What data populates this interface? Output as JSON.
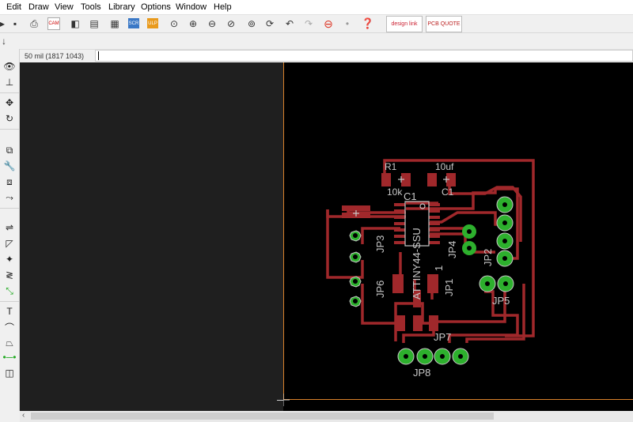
{
  "menu": [
    "Edit",
    "Draw",
    "View",
    "Tools",
    "Library",
    "Options",
    "Window",
    "Help"
  ],
  "toolbar": {
    "design_link": "design link",
    "pcb_quote": "PCB QUOTE"
  },
  "status": {
    "grid_coord": "50 mil (1817 1043)"
  },
  "command_line": {
    "value": ""
  },
  "board": {
    "labels": {
      "r1_name": "R1",
      "r1_value": "10k",
      "c1_value": "10uf",
      "c1_name": "C1",
      "ic_name": "C1",
      "ic_value": "ATTINY44-SSU",
      "jp1": "JP1",
      "jp2": "JP2",
      "jp3": "JP3",
      "jp4": "JP4",
      "jp5": "JP5",
      "jp6": "JP6",
      "jp7": "JP7",
      "jp8": "JP8",
      "pin1": "1"
    }
  },
  "colors": {
    "trace": "#a0282b",
    "pad": "#2db02d",
    "silk": "#c8c8c8",
    "board_edge": "#d9822b",
    "canvas_bg": "#000000"
  }
}
